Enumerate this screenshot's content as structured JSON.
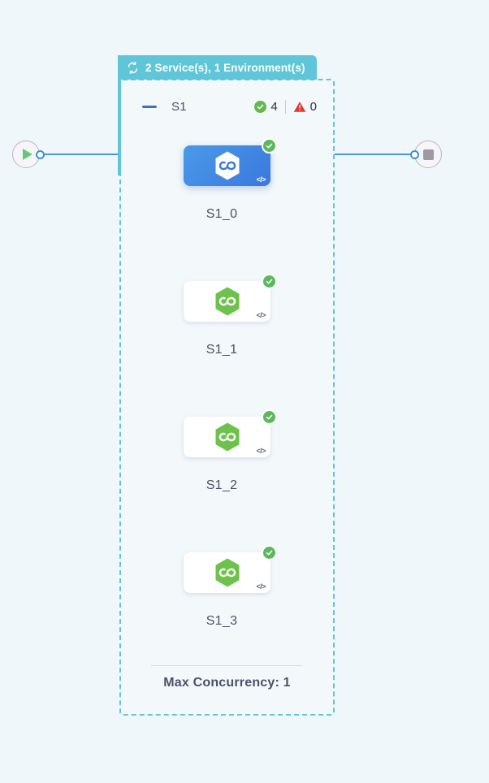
{
  "canvas": {
    "background_color": "#f0f7fa"
  },
  "start_node": {
    "icon": "play-icon",
    "icon_color": "#63c878",
    "port": "output-port"
  },
  "end_node": {
    "icon": "stop-icon",
    "icon_color": "#9d9aa5",
    "port": "input-port"
  },
  "group": {
    "header": {
      "icon": "sync-icon",
      "label": "2 Service(s), 1 Environment(s)",
      "background_color": "#5fc6da",
      "text_color": "#ffffff"
    },
    "border_color": "#5fc6da",
    "title": {
      "collapse_icon": "minus-icon",
      "name": "S1"
    },
    "status": {
      "success_icon": "check-circle-icon",
      "success_count": "4",
      "error_icon": "warning-triangle-icon",
      "error_count": "0",
      "success_color": "#62b94e",
      "error_color": "#e03b32"
    },
    "footer": {
      "max_concurrency_label": "Max Concurrency: 1"
    }
  },
  "nodes": [
    {
      "label": "S1_0",
      "selected": true,
      "icon": "hexagon-service-icon",
      "status_badge": "check-circle-icon",
      "code_badge": "</>",
      "accent_color": "#3b78dd"
    },
    {
      "label": "S1_1",
      "selected": false,
      "icon": "hexagon-service-icon",
      "status_badge": "check-circle-icon",
      "code_badge": "</>",
      "accent_color": "#6cc24a"
    },
    {
      "label": "S1_2",
      "selected": false,
      "icon": "hexagon-service-icon",
      "status_badge": "check-circle-icon",
      "code_badge": "</>",
      "accent_color": "#6cc24a"
    },
    {
      "label": "S1_3",
      "selected": false,
      "icon": "hexagon-service-icon",
      "status_badge": "check-circle-icon",
      "code_badge": "</>",
      "accent_color": "#6cc24a"
    }
  ]
}
